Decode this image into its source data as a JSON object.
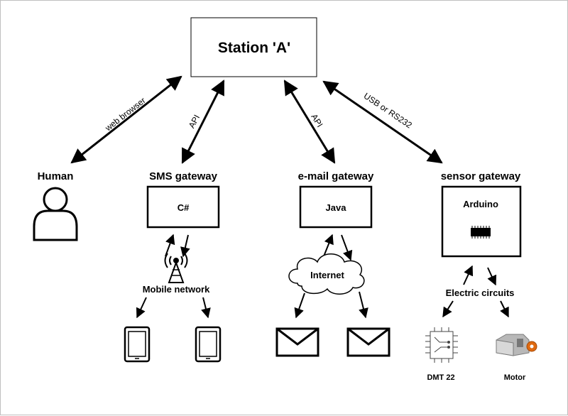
{
  "station": {
    "label": "Station 'A'"
  },
  "edges": [
    {
      "label": "web browser"
    },
    {
      "label": "API"
    },
    {
      "label": "API"
    },
    {
      "label": "USB or RS232"
    }
  ],
  "nodes": {
    "human": {
      "label": "Human",
      "icon": "person-icon"
    },
    "sms": {
      "label": "SMS gateway",
      "inner": "C#"
    },
    "email": {
      "label": "e-mail gateway",
      "inner": "Java"
    },
    "sensor": {
      "label": "sensor gateway",
      "inner": "Arduino",
      "icon": "chip-icon"
    }
  },
  "branches": {
    "sms": {
      "hub": "Mobile network",
      "hub_icon": "cell-tower-icon",
      "leaf_icon": "phone-icon"
    },
    "email": {
      "hub": "Internet",
      "hub_icon": "cloud-icon",
      "leaf_icon": "envelope-icon"
    },
    "sensor": {
      "hub": "Electric circuits",
      "leaves": [
        "DMT 22",
        "Motor"
      ]
    }
  },
  "colors": {
    "stroke": "#000000",
    "background": "#ffffff",
    "motor_accent": "#e06a10"
  }
}
